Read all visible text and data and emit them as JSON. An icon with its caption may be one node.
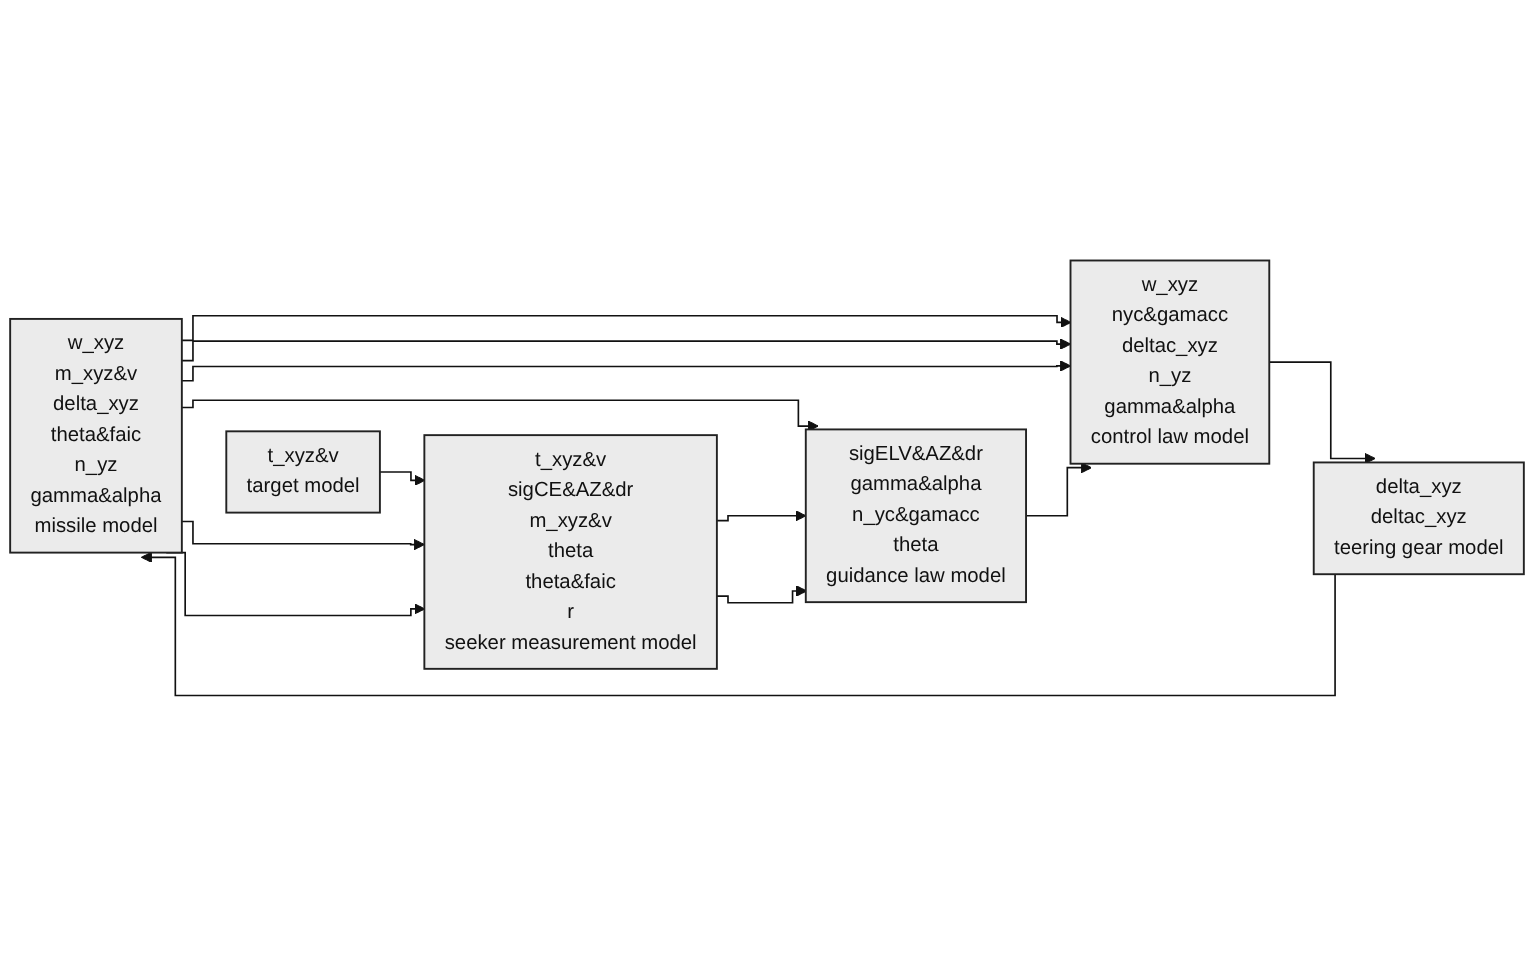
{
  "diagram": {
    "nodes": [
      {
        "text": [
          "t_xyz&v",
          "target model"
        ]
      },
      {
        "text": [
          "w_xyz",
          "m_xyz&v",
          "delta_xyz",
          "theta&faic",
          "n_yz",
          "gamma&alpha",
          "missile model"
        ]
      },
      {
        "text": [
          "t_xyz&v",
          "sigCE&AZ&dr",
          "m_xyz&v",
          "theta",
          "theta&faic",
          "r",
          "seeker measurement model"
        ]
      },
      {
        "text": [
          "sigELV&AZ&dr",
          "gamma&alpha",
          "n_yc&gamacc",
          "theta",
          "guidance law model"
        ]
      },
      {
        "text": [
          "w_xyz",
          "nyc&gamacc",
          "deltac_xyz",
          "n_yz",
          "gamma&alpha",
          "control law model"
        ]
      },
      {
        "text": [
          "delta_xyz",
          "deltac_xyz",
          "teering gear model"
        ]
      }
    ],
    "edges": [
      {
        "from": 0,
        "to": 2,
        "arrow": "to"
      },
      {
        "from": 1,
        "to": 4,
        "arrow": "to"
      },
      {
        "from": 1,
        "to": 2,
        "arrow": "to"
      },
      {
        "from": 1,
        "to": 2,
        "arrow": "to"
      },
      {
        "from": 1,
        "to": 4,
        "arrow": "to"
      },
      {
        "from": 1,
        "to": 4,
        "arrow": "to"
      },
      {
        "from": 1,
        "to": 3,
        "arrow": "to"
      },
      {
        "from": 2,
        "to": 3,
        "arrow": "to"
      },
      {
        "from": 2,
        "to": 3,
        "arrow": "to"
      },
      {
        "from": 3,
        "to": 4,
        "arrow": "to"
      },
      {
        "from": 4,
        "to": 5,
        "arrow": "to"
      },
      {
        "from": 5,
        "to": 1,
        "arrow": "to"
      }
    ]
  }
}
